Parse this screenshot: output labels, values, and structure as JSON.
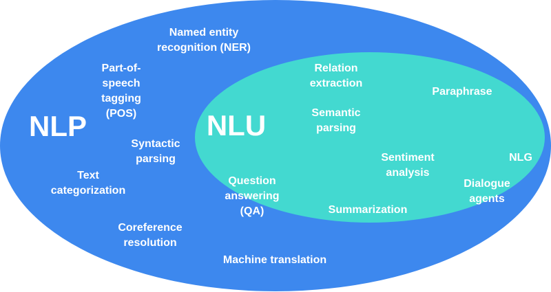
{
  "colors": {
    "nlp_ellipse": "#3d88ee",
    "nlu_ellipse": "#43d9d0",
    "text": "#ffffff"
  },
  "titles": {
    "nlp": "NLP",
    "nlu": "NLU"
  },
  "labels": {
    "ner": [
      "Named entity",
      "recognition (NER)"
    ],
    "pos": [
      "Part-of-",
      "speech",
      "tagging",
      "(POS)"
    ],
    "syntactic_parsing": [
      "Syntactic",
      "parsing"
    ],
    "text_categorization": [
      "Text",
      "categorization"
    ],
    "coreference_resolution": [
      "Coreference",
      "resolution"
    ],
    "machine_translation": [
      "Machine translation"
    ],
    "relation_extraction": [
      "Relation",
      "extraction"
    ],
    "paraphrase": [
      "Paraphrase"
    ],
    "semantic_parsing": [
      "Semantic",
      "parsing"
    ],
    "sentiment_analysis": [
      "Sentiment",
      "analysis"
    ],
    "question_answering": [
      "Question",
      "answering",
      "(QA)"
    ],
    "summarization": [
      "Summarization"
    ],
    "nlg": [
      "NLG"
    ],
    "dialogue_agents": [
      "Dialogue",
      "agents"
    ]
  }
}
